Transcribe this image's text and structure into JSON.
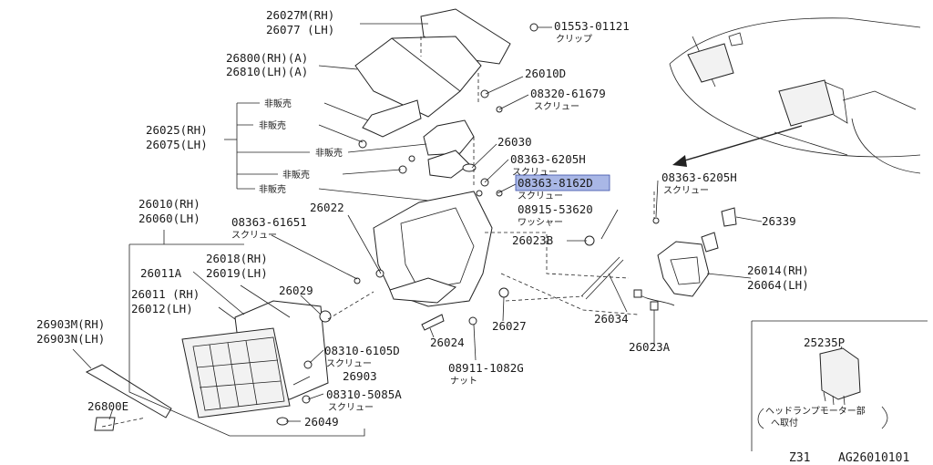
{
  "labels": {
    "p26027m": "26027M(RH)",
    "p26077": "26077 (LH)",
    "p01553": "01553-01121",
    "clip": "クリップ",
    "p26800rh": "26800(RH)(A)",
    "p26810lh": "26810(LH)(A)",
    "p26010d": "26010D",
    "p08320": "08320-61679",
    "screw1": "スクリュー",
    "nfs1": "非販売",
    "nfs2": "非販売",
    "nfs3": "非販売",
    "nfs4": "非販売",
    "nfs5": "非販売",
    "p26025": "26025(RH)",
    "p26075": "26075(LH)",
    "p26030": "26030",
    "p08363_6205_a": "08363-6205H",
    "screw2": "スクリュー",
    "p08363_8162": "08363-8162D",
    "screw3": "スクリュー",
    "p08915": "08915-53620",
    "washer": "ワッシャー",
    "p26023b": "26023B",
    "p08363_6205_b": "08363-6205H",
    "screw4": "スクリュー",
    "p26339": "26339",
    "p26010rh": "26010(RH)",
    "p26060lh": "26060(LH)",
    "p26022": "26022",
    "p08363_61651": "08363-61651",
    "screw5": "スクリュー",
    "p26018": "26018(RH)",
    "p26019": "26019(LH)",
    "p26011a": "26011A",
    "p26029": "26029",
    "p26011rh": "26011 (RH)",
    "p26012lh": "26012(LH)",
    "p26014": "26014(RH)",
    "p26064": "26064(LH)",
    "p26034": "26034",
    "p26027": "26027",
    "p26023a": "26023A",
    "p26903m": "26903M(RH)",
    "p26903n": "26903N(LH)",
    "p08310_6105": "08310-6105D",
    "screw6": "スクリュー",
    "p26024": "26024",
    "p26903": "26903",
    "p08310_5085": "08310-5085A",
    "screw7": "スクリュー",
    "p08911": "08911-1082G",
    "nut": "ナット",
    "p26800e": "26800E",
    "p26049": "26049",
    "p25235p": "25235P",
    "note1": "ヘッドランプモーター部",
    "note2": "へ取付"
  },
  "footer": {
    "model": "Z31",
    "code": "AG26010101"
  },
  "colors": {
    "highlight": "#a9b7e6",
    "line": "#222222"
  }
}
